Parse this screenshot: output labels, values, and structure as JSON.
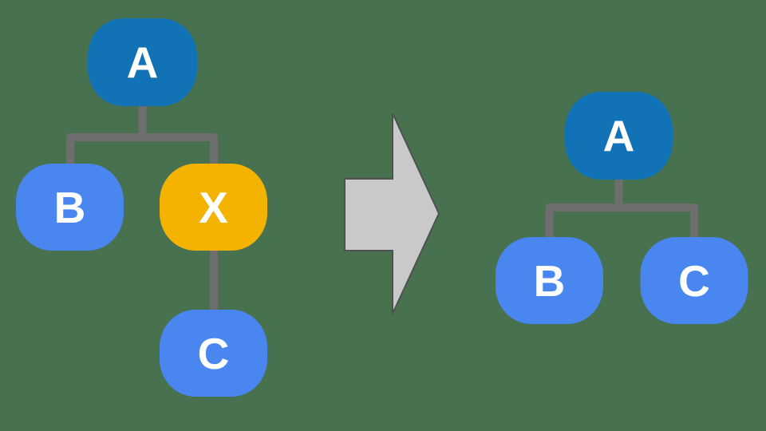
{
  "background_color": "#48714F",
  "colors": {
    "root_node": "#1172B5",
    "child_node": "#4A86F0",
    "highlight_node": "#F3B300",
    "node_label": "#FFFFFF",
    "connector": "#6E6E6E",
    "arrow_fill": "#C9C9C9",
    "arrow_outline": "#505050"
  },
  "diagram": {
    "type": "tree-transformation",
    "description": "Removing intermediate node X re-parents C directly under A",
    "before_tree": {
      "root": {
        "label": "A"
      },
      "children": [
        {
          "label": "B"
        },
        {
          "label": "X",
          "highlighted": true,
          "children": [
            {
              "label": "C"
            }
          ]
        }
      ]
    },
    "arrow": {
      "direction": "right"
    },
    "after_tree": {
      "root": {
        "label": "A"
      },
      "children": [
        {
          "label": "B"
        },
        {
          "label": "C"
        }
      ]
    }
  }
}
